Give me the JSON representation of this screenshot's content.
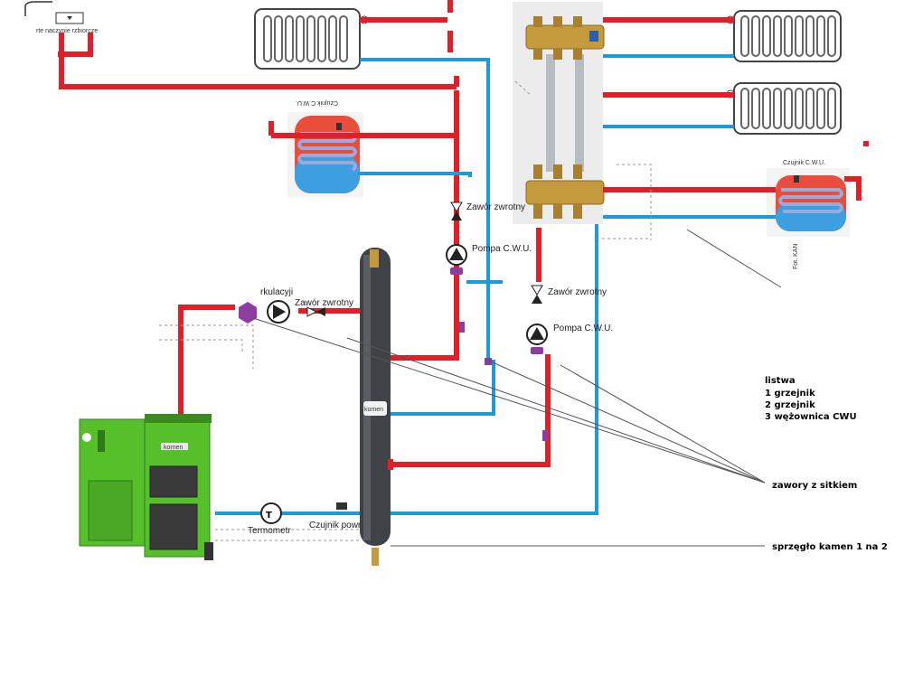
{
  "colors": {
    "supply": "#e41e26",
    "return": "#1e9ad6",
    "boiler_green": "#55c02a",
    "boiler_dark": "#3a3a3a",
    "coupler": "#3f4246",
    "brass": "#c49a3c",
    "valve_purple": "#8e3ba2",
    "callout_line": "#555555"
  },
  "labels": {
    "expansion_vessel": "rte naczynie rzbiorcze",
    "cwu_sensor_top": "Czujnik C.W.U.",
    "cwu_sensor_right": "Czujnik C.W.U.",
    "check_valve_1": "Zawór zwrotny",
    "pump_cwu_1": "Pompa C.W.U.",
    "check_valve_2": "Zawór zwrotny",
    "pump_cwu_2": "Pompa C.W.U.",
    "recirculation": "rkulacyji",
    "check_valve_recirc": "Zawór zwrotny",
    "thermometer": "Termometr",
    "sensor_return": "Czujnik powr",
    "thermometer_symbol": "T",
    "photo_credit": "Fot. KAN",
    "boiler_brand": "kornen",
    "coupler_brand": "komen"
  },
  "legend": {
    "manifold_title": "listwa",
    "manifold_items": [
      "1 grzejnik",
      "2 grzejnik",
      "3 wężownica CWU"
    ],
    "strainer_valves": "zawory z sitkiem",
    "coupler_note": "sprzęgło kamen 1 na 2"
  }
}
